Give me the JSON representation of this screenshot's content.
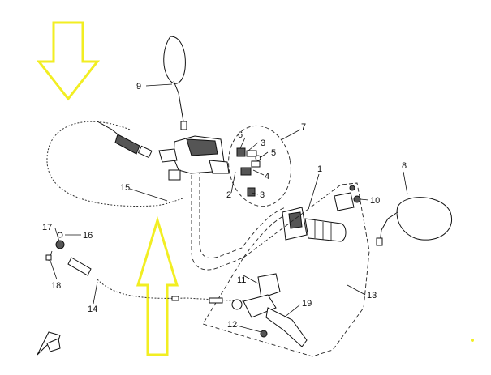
{
  "callouts": {
    "c1": "1",
    "c2": "2",
    "c3a": "3",
    "c3b": "3",
    "c4": "4",
    "c5": "5",
    "c6": "6",
    "c7": "7",
    "c8": "8",
    "c9": "9",
    "c10": "10",
    "c11": "11",
    "c12": "12",
    "c13": "13",
    "c14": "14",
    "c15": "15",
    "c16": "16",
    "c17": "17",
    "c18": "18",
    "c19": "19"
  },
  "colors": {
    "highlight_arrow": "#f2ee22",
    "linework": "#111111"
  },
  "icons": {
    "orientation_marker": "front-direction-arrow-icon"
  }
}
